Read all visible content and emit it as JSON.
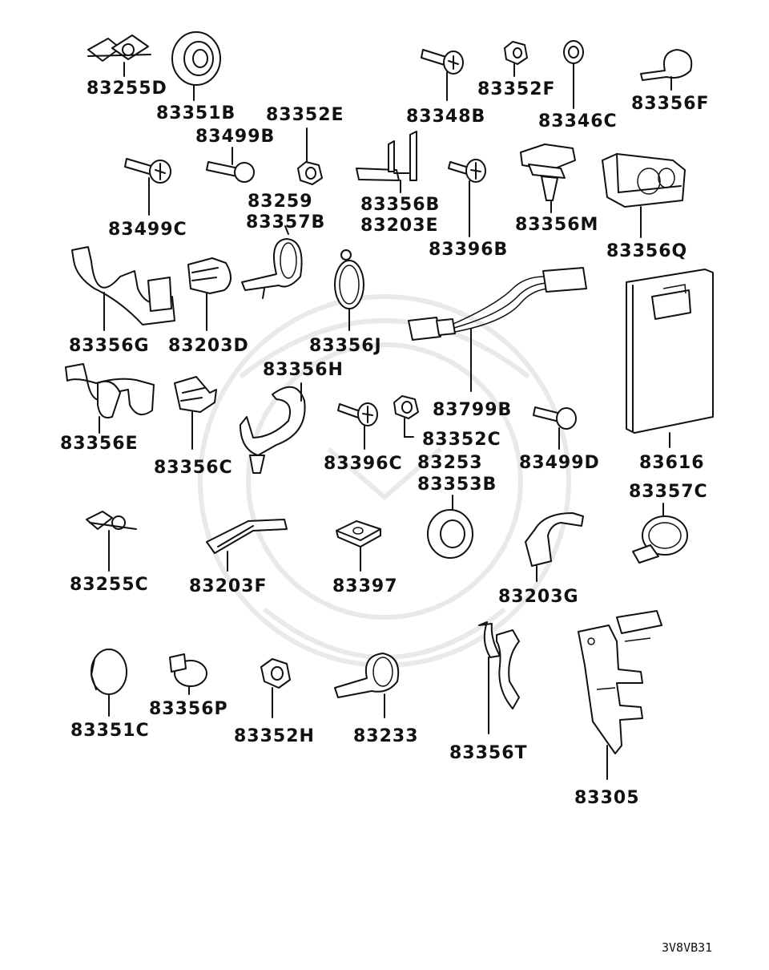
{
  "diagram": {
    "drawing_code": "3V8VB31",
    "parts": [
      {
        "key": "p83255D",
        "number": "83255D"
      },
      {
        "key": "p83351B",
        "number": "83351B"
      },
      {
        "key": "p83348B",
        "number": "83348B"
      },
      {
        "key": "p83352F",
        "number": "83352F"
      },
      {
        "key": "p83346C",
        "number": "83346C"
      },
      {
        "key": "p83356F",
        "number": "83356F"
      },
      {
        "key": "p83352E",
        "number": "83352E"
      },
      {
        "key": "p83499B",
        "number": "83499B"
      },
      {
        "key": "p83499C",
        "number": "83499C"
      },
      {
        "key": "p83259",
        "number": "83259"
      },
      {
        "key": "p83357B",
        "number": "83357B"
      },
      {
        "key": "p83356B",
        "number": "83356B"
      },
      {
        "key": "p83203E",
        "number": "83203E"
      },
      {
        "key": "p83396B",
        "number": "83396B"
      },
      {
        "key": "p83356M",
        "number": "83356M"
      },
      {
        "key": "p83356Q",
        "number": "83356Q"
      },
      {
        "key": "p83356G",
        "number": "83356G"
      },
      {
        "key": "p83203D",
        "number": "83203D"
      },
      {
        "key": "p83356J",
        "number": "83356J"
      },
      {
        "key": "p83356H",
        "number": "83356H"
      },
      {
        "key": "p83799B",
        "number": "83799B"
      },
      {
        "key": "p83356E",
        "number": "83356E"
      },
      {
        "key": "p83356C",
        "number": "83356C"
      },
      {
        "key": "p83396C",
        "number": "83396C"
      },
      {
        "key": "p83352C",
        "number": "83352C"
      },
      {
        "key": "p83253",
        "number": "83253"
      },
      {
        "key": "p83353B",
        "number": "83353B"
      },
      {
        "key": "p83499D",
        "number": "83499D"
      },
      {
        "key": "p83616",
        "number": "83616"
      },
      {
        "key": "p83357C",
        "number": "83357C"
      },
      {
        "key": "p83255C",
        "number": "83255C"
      },
      {
        "key": "p83203F",
        "number": "83203F"
      },
      {
        "key": "p83397",
        "number": "83397"
      },
      {
        "key": "p83203G",
        "number": "83203G"
      },
      {
        "key": "p83351C",
        "number": "83351C"
      },
      {
        "key": "p83356P",
        "number": "83356P"
      },
      {
        "key": "p83352H",
        "number": "83352H"
      },
      {
        "key": "p83233",
        "number": "83233"
      },
      {
        "key": "p83356T",
        "number": "83356T"
      },
      {
        "key": "p83305",
        "number": "83305"
      }
    ],
    "colors": {
      "ink": "#111111",
      "background": "#ffffff",
      "watermark": "#e9e9e9"
    }
  }
}
